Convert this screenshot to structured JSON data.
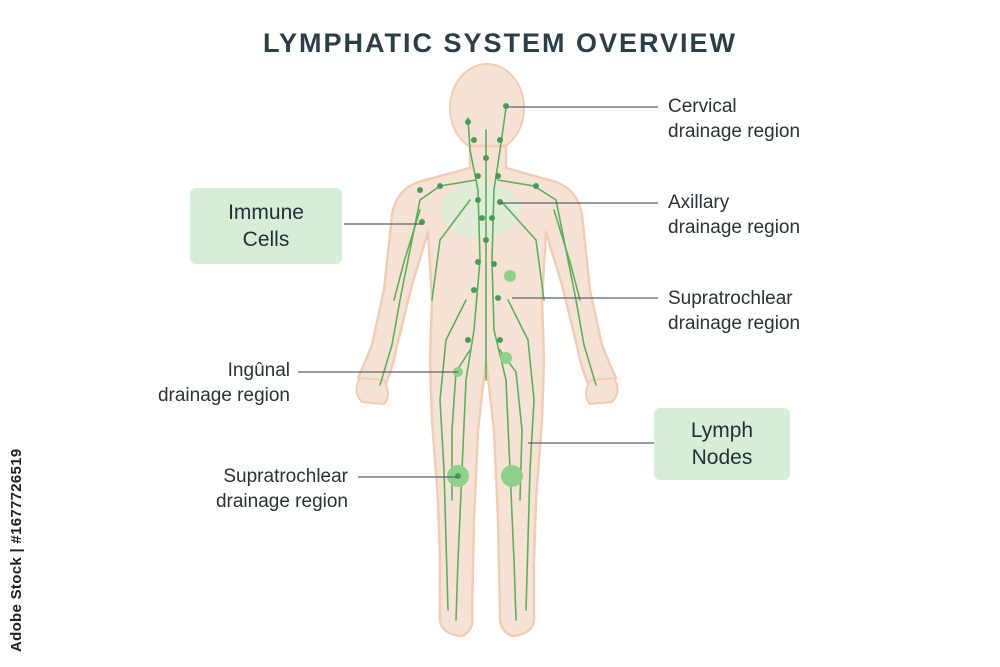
{
  "title": "LYMPHATIC SYSTEM OVERVIEW",
  "labels": {
    "cervical": [
      "Cervical",
      "drainage region"
    ],
    "axillary": [
      "Axillary",
      "drainage region"
    ],
    "supratrochlear_right": [
      "Supratrochlear",
      "drainage region"
    ],
    "inguinal": [
      "Ingûnal",
      "drainage region"
    ],
    "supratrochlear_left": [
      "Supratrochlear",
      "drainage region"
    ]
  },
  "boxes": {
    "immune_cells": [
      "Immune",
      "Cells"
    ],
    "lymph_nodes": [
      "Lymph",
      "Nodes"
    ]
  },
  "watermark": "Adobe Stock | #1677726519",
  "colors": {
    "body_fill": "#f7e3d6",
    "body_outline": "#f0cdb5",
    "vessel": "#5fae5f",
    "node": "#4c9a55",
    "box_fill": "#d6eed8"
  }
}
